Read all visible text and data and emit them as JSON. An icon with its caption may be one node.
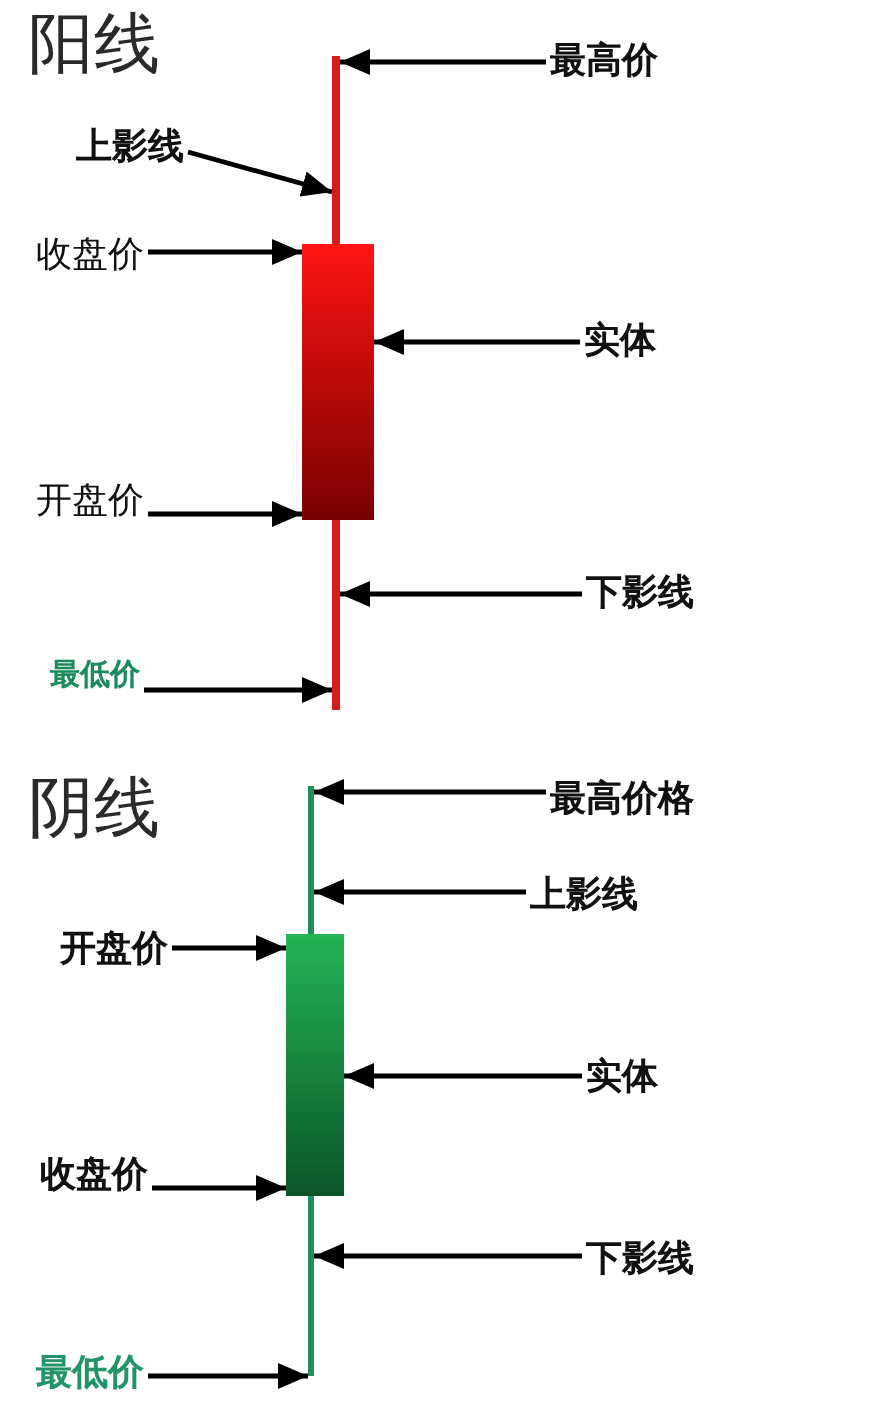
{
  "diagram": {
    "nodes": [
      {
        "text": [],
        "shape": "bar"
      },
      {
        "text": [],
        "shape": "box"
      },
      {
        "text": [],
        "shape": "bar"
      },
      {
        "text": [
          "最高价"
        ]
      },
      {
        "text": [
          "上影线"
        ]
      },
      {
        "text": [
          "收盘价"
        ]
      },
      {
        "text": [
          "实体"
        ]
      },
      {
        "text": [
          "开盘价"
        ]
      },
      {
        "text": [
          "下影线"
        ]
      },
      {
        "text": [
          "最低价"
        ]
      },
      {
        "text": [],
        "shape": "bar"
      },
      {
        "text": [],
        "shape": "box"
      },
      {
        "text": [],
        "shape": "bar"
      },
      {
        "text": [
          "最高价格"
        ]
      },
      {
        "text": [
          "上影线"
        ]
      },
      {
        "text": [
          "开盘价"
        ]
      },
      {
        "text": [
          "实体"
        ]
      },
      {
        "text": [
          "收盘价"
        ]
      },
      {
        "text": [
          "下影线"
        ]
      },
      {
        "text": [
          "最低价"
        ]
      }
    ],
    "edges": [
      {
        "from": 3,
        "to": 0,
        "arrow": "to"
      },
      {
        "from": 4,
        "to": 0,
        "arrow": "to"
      },
      {
        "from": 5,
        "to": 1,
        "arrow": "to"
      },
      {
        "from": 6,
        "to": 1,
        "arrow": "to"
      },
      {
        "from": 7,
        "to": 1,
        "arrow": "to"
      },
      {
        "from": 8,
        "to": 2,
        "arrow": "to"
      },
      {
        "from": 9,
        "to": 2,
        "arrow": "to"
      },
      {
        "from": 13,
        "to": 10,
        "arrow": "to"
      },
      {
        "from": 14,
        "to": 10,
        "arrow": "to"
      },
      {
        "from": 15,
        "to": 11,
        "arrow": "to"
      },
      {
        "from": 16,
        "to": 11,
        "arrow": "to"
      },
      {
        "from": 17,
        "to": 11,
        "arrow": "to"
      },
      {
        "from": 18,
        "to": 12,
        "arrow": "to"
      },
      {
        "from": 19,
        "to": 12,
        "arrow": "to"
      }
    ],
    "labels": [
      "阳线",
      "阴线"
    ]
  }
}
